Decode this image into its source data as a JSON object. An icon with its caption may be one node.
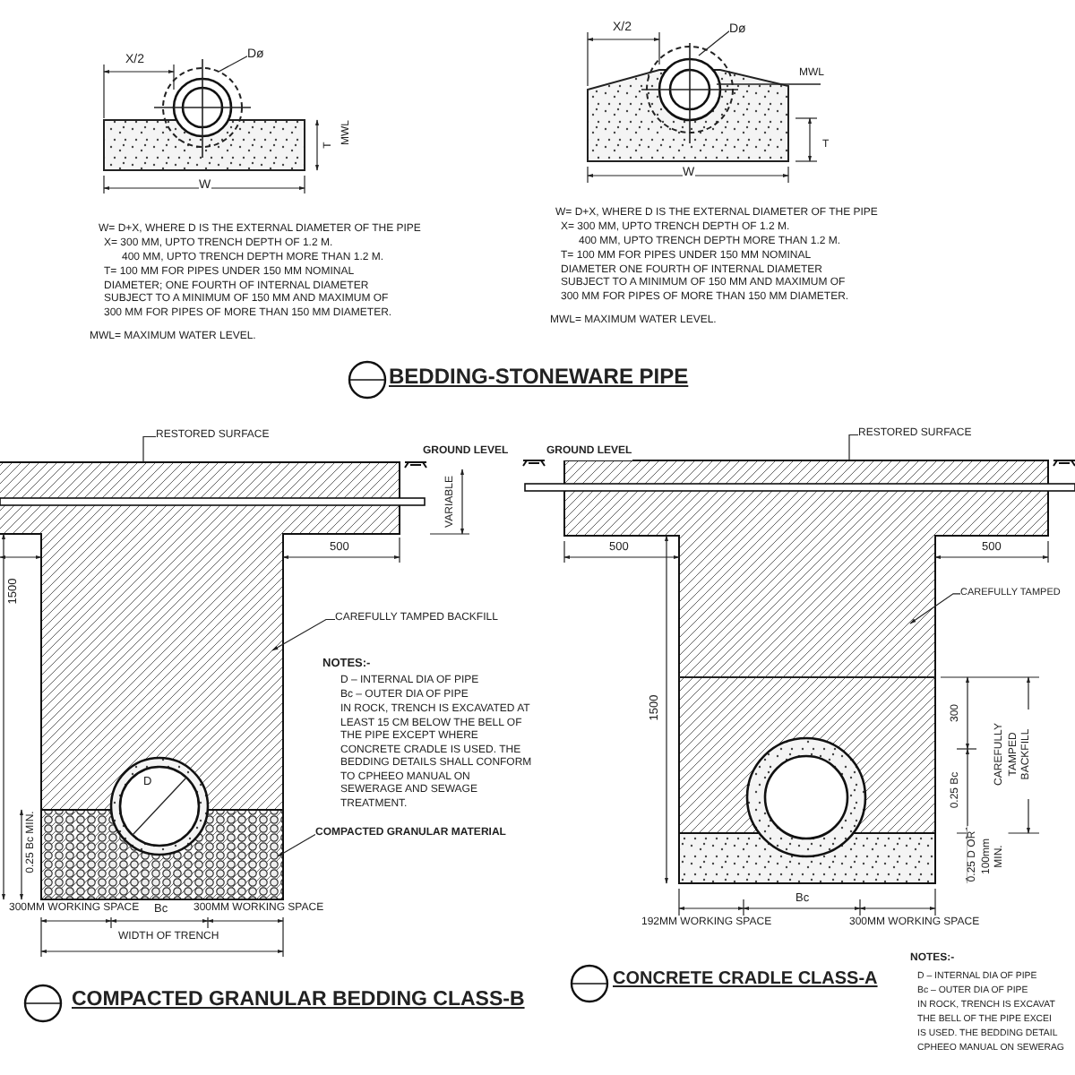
{
  "diagram": {
    "nodes": [
      {
        "text": [
          "Dø"
        ]
      },
      {
        "text": [
          "Dø"
        ]
      },
      {
        "text": [
          "RESTORED SURFACE"
        ]
      },
      {
        "text": [
          "CAREFULLY TAMPED BACKFILL"
        ]
      },
      {
        "text": [
          "COMPACTED GRANULAR MATERIAL"
        ]
      },
      {
        "text": [
          "RESTORED SURFACE"
        ]
      },
      {
        "text": [
          "CAREFULLY TAMPED"
        ]
      }
    ],
    "edges": [
      {
        "from": 0,
        "to": null,
        "arrow": "none"
      },
      {
        "from": 1,
        "to": null,
        "arrow": "none"
      },
      {
        "from": 2,
        "to": null,
        "arrow": "none"
      },
      {
        "from": 3,
        "to": null,
        "arrow": "to"
      },
      {
        "from": 4,
        "to": null,
        "arrow": "to"
      },
      {
        "from": 5,
        "to": null,
        "arrow": "none"
      },
      {
        "from": 6,
        "to": null,
        "arrow": "to"
      }
    ],
    "labels": [
      "X/2",
      "W",
      "MWL",
      "T",
      "W= D+X, WHERE D IS THE EXTERNAL DIAMETER OF THE PIPE",
      "X= 300 MM, UPTO TRENCH DEPTH OF 1.2 M.",
      "400 MM, UPTO TRENCH DEPTH MORE THAN 1.2 M.",
      "T= 100 MM FOR PIPES UNDER 150 MM NOMINAL DIAMETER; ONE FOURTH OF INTERNAL DIAMETER SUBJECT TO A MINIMUM OF 150 MM AND MAXIMUM OF 300 MM FOR PIPES OF MORE THAN 150 MM DIAMETER.",
      "MWL= MAXIMUM WATER LEVEL.",
      "X/2",
      "MWL",
      "T",
      "W",
      "W= D+X, WHERE D IS THE EXTERNAL DIAMETER OF THE PIPE",
      "X= 300 MM, UPTO TRENCH DEPTH OF 1.2 M.",
      "400 MM, UPTO TRENCH DEPTH MORE THAN 1.2 M.",
      "T= 100 MM FOR PIPES UNDER 150 MM NOMINAL DIAMETER ONE FOURTH OF INTERNAL DIAMETER SUBJECT TO A MINIMUM OF 150 MM AND MAXIMUM OF 300 MM FOR PIPES OF MORE THAN 150 MM DIAMETER.",
      "MWL= MAXIMUM WATER LEVEL.",
      "BEDDING-STONEWARE PIPE",
      "GROUND LEVEL",
      "VARIABLE",
      "500",
      "1500",
      "NOTES:-",
      "D – INTERNAL DIA OF PIPE",
      "Bc – OUTER DIA OF PIPE",
      "IN ROCK, TRENCH IS EXCAVATED AT LEAST 15 CM BELOW THE BELL OF THE PIPE EXCEPT WHERE CONCRETE CRADLE IS USED. THE BEDDING DETAILS SHALL CONFORM TO CPHEEO MANUAL ON SEWERAGE AND SEWAGE TREATMENT.",
      "D",
      "0.25 Bc MIN.",
      "300MM WORKING SPACE",
      "Bc",
      "300MM WORKING SPACE",
      "WIDTH OF TRENCH",
      "COMPACTED GRANULAR BEDDING CLASS-B",
      "GROUND LEVEL",
      "500",
      "500",
      "1500",
      "300",
      "CAREFULLY TAMPED BACKFILL",
      "0.25 Bc",
      "0.25 D OR 100mm MIN.",
      "192MM WORKING SPACE",
      "Bc",
      "300MM WORKING SPACE",
      "CONCRETE CRADLE CLASS-A",
      "NOTES:-",
      "D – INTERNAL DIA OF PIPE",
      "Bc – OUTER DIA OF PIPE",
      "IN ROCK, TRENCH IS EXCAVAT",
      "THE BELL OF THE PIPE EXCEI",
      "IS USED. THE BEDDING DETAIL",
      "CPHEEO MANUAL ON SEWERAG"
    ]
  }
}
